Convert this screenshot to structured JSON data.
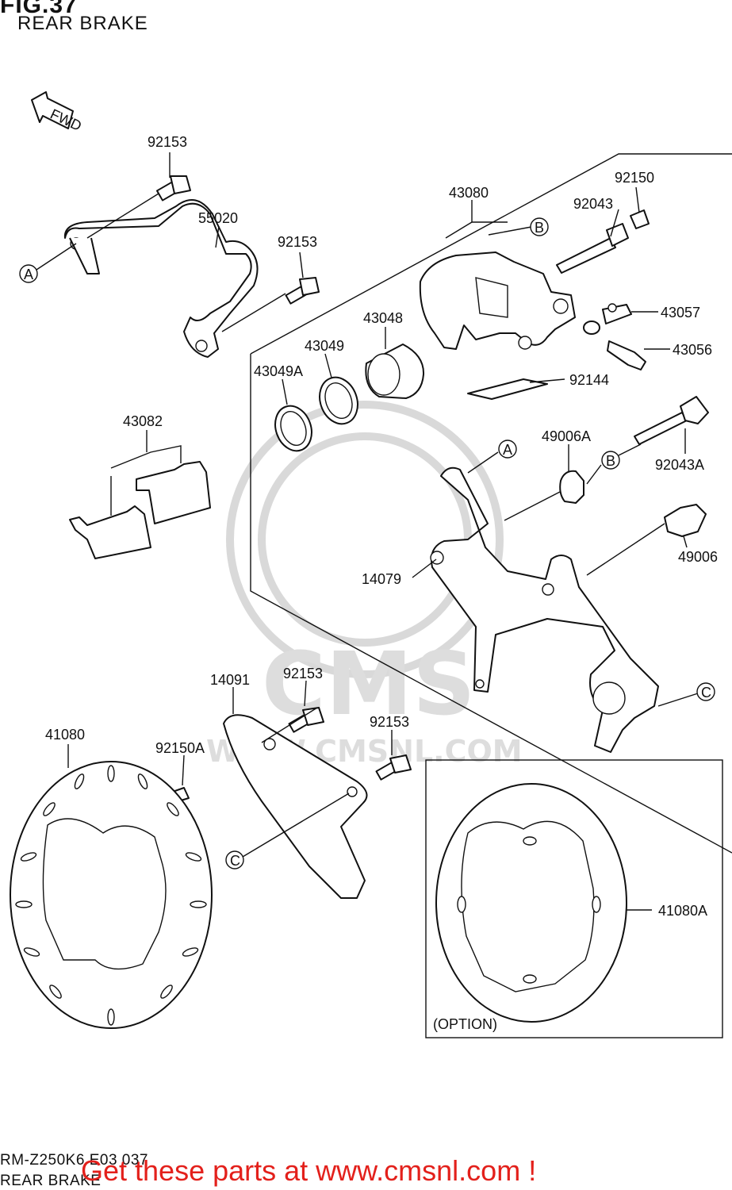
{
  "figure": {
    "number": "FIG.37",
    "title": "REAR BRAKE"
  },
  "fwd_label": "FWD",
  "footer": {
    "code": "RM-Z250K6 E03 037",
    "title": "REAR BRAKE",
    "cta": "Get these parts at www.cmsnl.com !"
  },
  "watermark": {
    "brand": "CMS",
    "url": "WWW.CMSNL.COM"
  },
  "option_label": "(OPTION)",
  "refs": {
    "A": "A",
    "B": "B",
    "C": "C"
  },
  "parts": [
    "92153",
    "55020",
    "92153",
    "43080",
    "92150",
    "92043",
    "43057",
    "43056",
    "43048",
    "43049",
    "43049A",
    "92144",
    "43082",
    "49006A",
    "92043A",
    "49006",
    "14079",
    "14091",
    "92153",
    "92153",
    "41080",
    "92150A",
    "41080A"
  ]
}
